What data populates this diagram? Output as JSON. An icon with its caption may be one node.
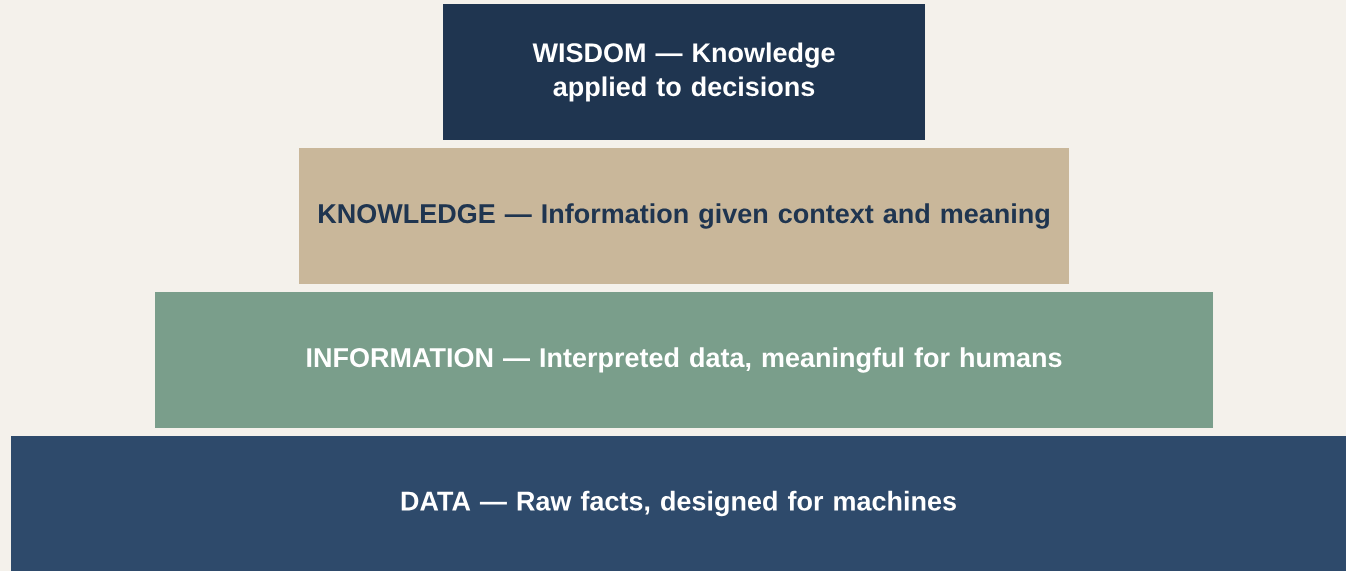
{
  "diagram": {
    "nodes": [
      {
        "text": [
          "WISDOM — Knowledge applied to decisions"
        ]
      },
      {
        "text": [
          "KNOWLEDGE — Information given context and meaning"
        ]
      },
      {
        "text": [
          "INFORMATION — Interpreted data, meaningful for humans"
        ]
      },
      {
        "text": [
          "DATA — Raw facts, designed for machines"
        ]
      }
    ]
  }
}
